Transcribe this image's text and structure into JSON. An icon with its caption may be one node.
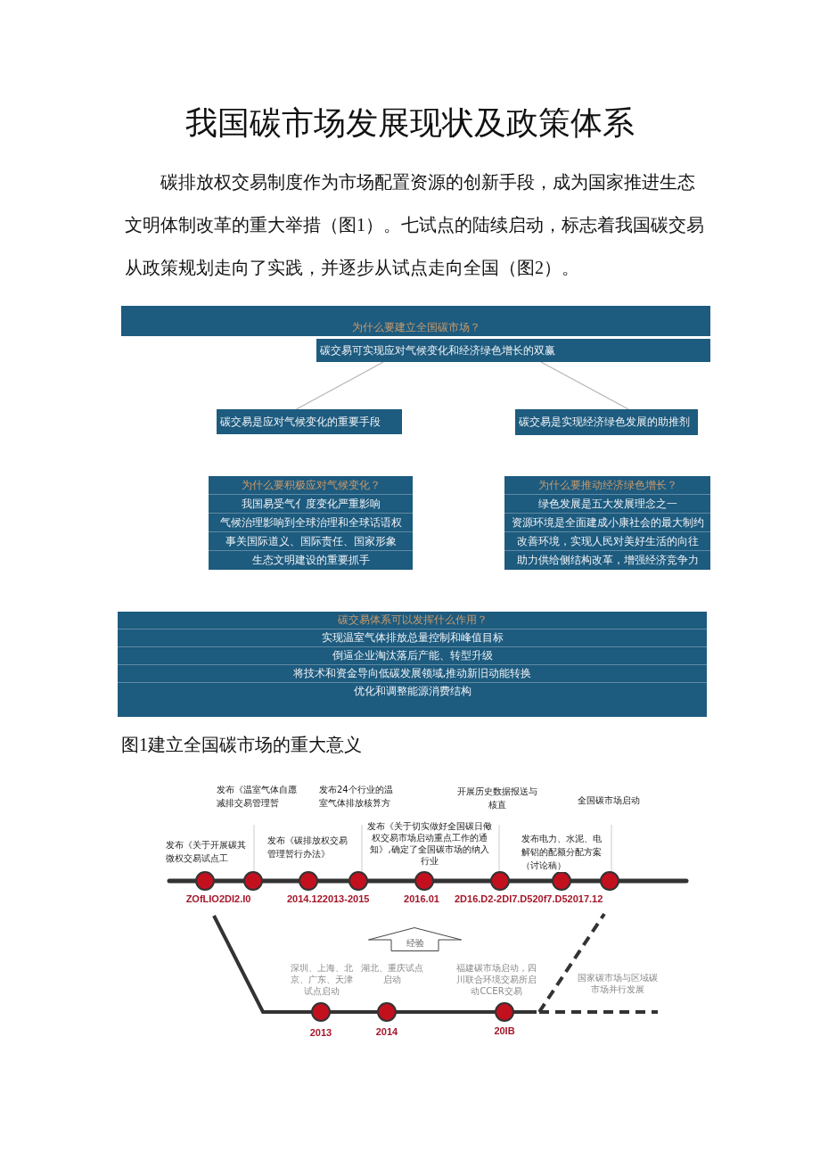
{
  "diagram": {
    "title": "我国碳市场发展现状及政策体系",
    "nodes": [
      {
        "text": [
          "为什么要建立全国碳市场？"
        ]
      },
      {
        "text": [
          "碳交易可实现应对气候变化和经济绿色增长的双赢"
        ]
      },
      {
        "text": [
          "碳交易是应对气候变化的重要手段"
        ]
      },
      {
        "text": [
          "碳交易是实现经济绿色发展的助推剂"
        ]
      },
      {
        "text": [
          "为什么要积极应对气候变化？",
          "我国易受气亻度变化严重影响",
          "气候治理影响到全球治理和全球话语权",
          "事关国际道义、国际责任、国家形象",
          "生态文明建设的重要抓手"
        ]
      },
      {
        "text": [
          "为什么要推动经济绿色增长？",
          "绿色发展是五大发展理念之一",
          "资源环境是全面建成小康社会的最大制约",
          "改善环境，实现人民对美好生活的向往",
          "助力供给侧结构改革，增强经济竞争力"
        ]
      },
      {
        "text": [
          "碳交易体系可以发挥什么作用？",
          "实现温室气体排放总量控制和峰值目标",
          "倒逼企业淘汰落后产能、转型升级",
          "将技术和资金导向低碳发展领域,推动新旧动能转换",
          "优化和调整能源消费结构"
        ]
      },
      {
        "text": [
          "经验"
        ]
      }
    ],
    "edges": [
      {
        "from": 1,
        "to": 2,
        "arrow": "none"
      },
      {
        "from": 1,
        "to": 3,
        "arrow": "none"
      }
    ],
    "labels": [
      "碳排放权交易制度作为市场配置资源的创新手段，成为国家推进生态文明体制改革的重大举措（图1）。七试点的陆续启动，标志着我国碳交易从政策规划走向了实践，并逐步从试点走向全国（图2）。",
      "图1建立全国碳市场的重大意义",
      "发布《温室气体自愿减排交易管理暂",
      "发布24个行业的温室气体排放核算方",
      "开展历史数据报送与核直",
      "全国碳市场启动",
      "发布《关于开展碳其微权交易试点工",
      "发布《碳排放权交易管理暂行办法》",
      "发布《关于切实做好全国碳日儆权交易市场启动重点工作的通知》,确定了全国碳市场的纳入行业",
      "发布电力、水泥、电解铝的配额分配方案（讨论稿）",
      "ZOfLIO2DI2.I0",
      "2014.122013-2015",
      "2016.01",
      "2D16.D2-2DI7.D520f7.D52017.12",
      "深圳、上海、北京、广东、天津试点启动",
      "湖北、重庆试点启动",
      "福建碳市场启动，四川联合环境交易所启动CCER交易",
      "国家碳市场与区域碳市场并行发展",
      "2013",
      "2014",
      "20IB"
    ]
  }
}
